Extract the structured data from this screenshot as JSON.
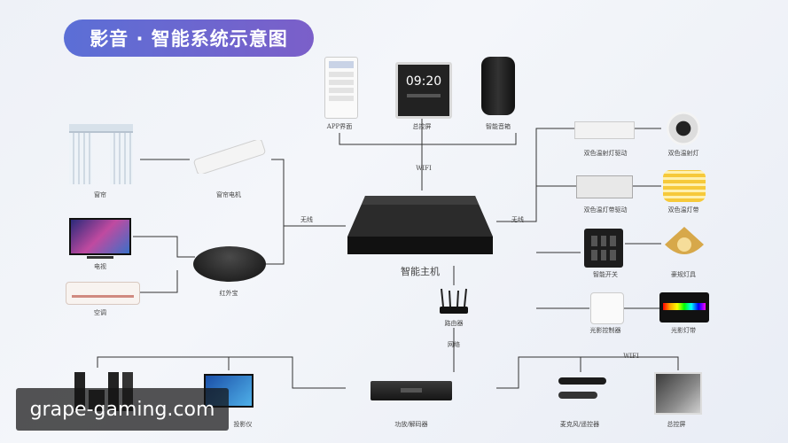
{
  "title": "影音 · 智能系统示意图",
  "colors": {
    "accent_start": "#5b6fd6",
    "accent_end": "#7b5fc9",
    "wire": "#333333"
  },
  "top_devices": [
    {
      "label": "APP界面"
    },
    {
      "label": "总控屏",
      "screen_time": "09:20"
    },
    {
      "label": "智能音箱"
    }
  ],
  "hub": {
    "label": "智能主机"
  },
  "links": {
    "wifi_top": "WIFI",
    "wireless_left": "无线",
    "wireless_right": "无线",
    "network": "网络",
    "wifi_bottom": "WIFI"
  },
  "left_devices": {
    "curtain": "窗帘",
    "curtain_motor": "窗帘电机",
    "tv": "电视",
    "ac": "空调",
    "ir": "红外宝"
  },
  "right_devices": {
    "spot_driver": "双色温射灯驱动",
    "spot_light": "双色温射灯",
    "strip_driver": "双色温灯带驱动",
    "strip_light": "双色温灯带",
    "switch": "智能开关",
    "chandelier": "豪规灯具",
    "light_ctrl": "光影控制器",
    "rgb_strip": "光影灯带"
  },
  "router": {
    "label": "路由器"
  },
  "bottom_devices": {
    "amp": "功放/解码器",
    "mic": "麦克风/遥控器",
    "panel": "总控屏",
    "projector": "投影仪"
  },
  "watermark": "grape-gaming.com"
}
